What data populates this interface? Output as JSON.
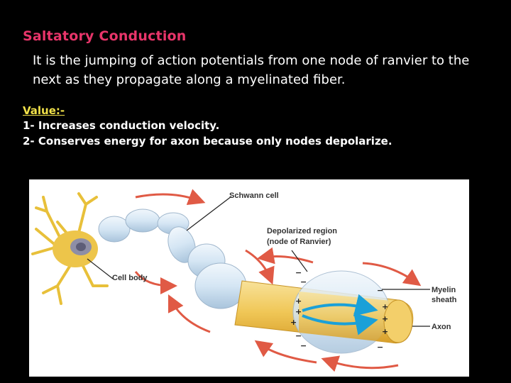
{
  "slide": {
    "title": "Saltatory Conduction",
    "description": "It is the jumping of action potentials from one node of ranvier to the next as they propagate along a myelinated fiber.",
    "value_heading": "Value:-",
    "values": [
      "1- Increases  conduction velocity.",
      "2- Conserves energy for axon because only nodes depolarize."
    ]
  },
  "figure": {
    "labels": {
      "schwann_cell": "Schwann cell",
      "depolarized_region_line1": "Depolarized region",
      "depolarized_region_line2": "(node of Ranvier)",
      "cell_body": "Cell body",
      "myelin_line1": "Myelin",
      "myelin_line2": "sheath",
      "axon": "Axon"
    },
    "colors": {
      "neuron": "#e8c03a",
      "myelin": "#d5e6f4",
      "axon": "#f3cf6a",
      "current_arrow": "#e05a45",
      "flow_arrow": "#1aa0d8"
    }
  }
}
